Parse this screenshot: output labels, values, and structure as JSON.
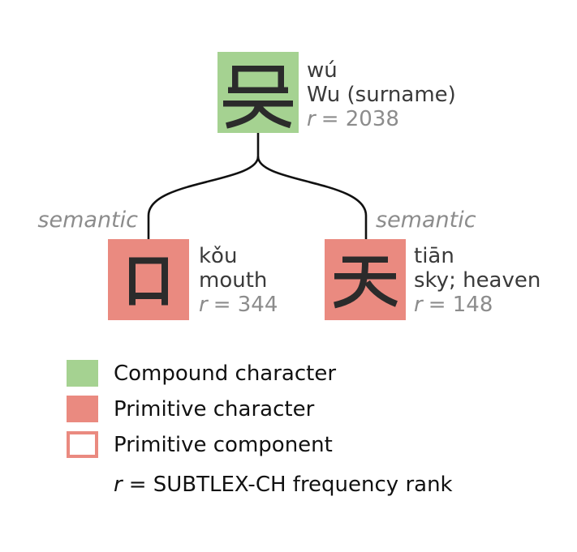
{
  "diagram": {
    "root": {
      "char": "吴",
      "pinyin": "wú",
      "meaning": "Wu (surname)",
      "r_symbol": "r",
      "rank_display": "= 2038"
    },
    "children": [
      {
        "char": "口",
        "pinyin": "kǒu",
        "meaning": "mouth",
        "r_symbol": "r",
        "rank_display": "= 344",
        "edge_label": "semantic"
      },
      {
        "char": "天",
        "pinyin": "tiān",
        "meaning": "sky; heaven",
        "r_symbol": "r",
        "rank_display": "= 148",
        "edge_label": "semantic"
      }
    ]
  },
  "legend": {
    "items": [
      {
        "label": "Compound character",
        "swatch_color": "#a5d291",
        "swatch_style": "filled"
      },
      {
        "label": "Primitive character",
        "swatch_color": "#ea8a80",
        "swatch_style": "filled"
      },
      {
        "label": "Primitive component",
        "swatch_color": "#ea8a80",
        "swatch_style": "outline"
      }
    ],
    "note_symbol": "r",
    "note_rest": "= SUBTLEX-CH frequency rank"
  },
  "colors": {
    "compound_fill": "#a5d291",
    "primitive_fill": "#ea8a80",
    "edge_line": "#111111",
    "glyph_stroke": "#2b2b2b",
    "muted_text": "#8c8c8c",
    "dark_text": "#3a3a3a"
  }
}
